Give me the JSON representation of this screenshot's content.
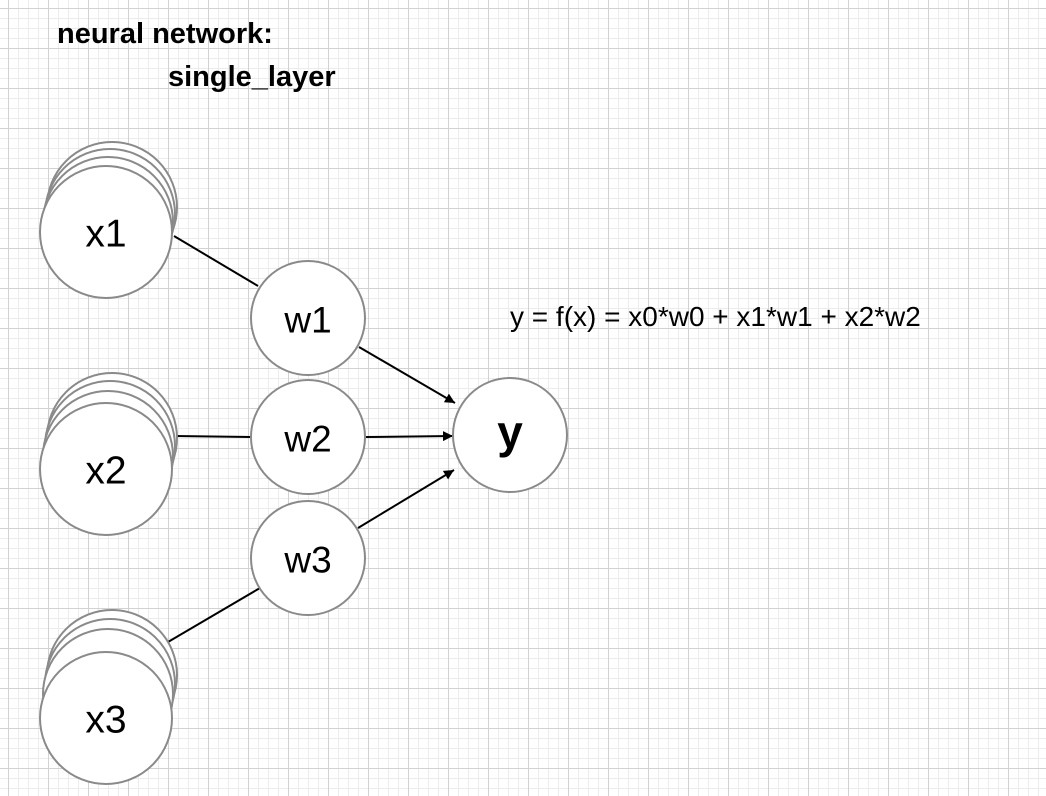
{
  "title": {
    "line1": "neural network:",
    "line2": "single_layer"
  },
  "formula": "y = f(x) = x0*w0 + x1*w1 + x2*w2",
  "nodes": {
    "x1": "x1",
    "x2": "x2",
    "x3": "x3",
    "w1": "w1",
    "w2": "w2",
    "w3": "w3",
    "y": "y"
  }
}
